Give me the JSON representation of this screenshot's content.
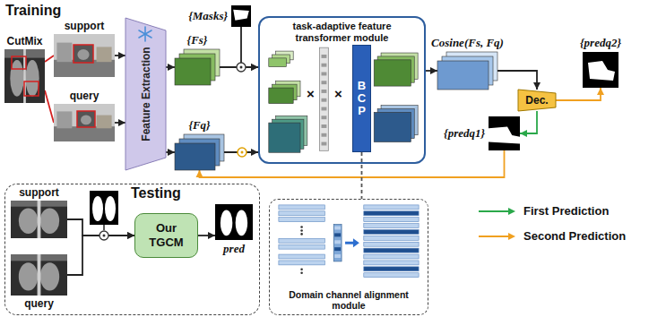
{
  "diagram": {
    "nodes": [
      {
        "text": [
          "CutMix"
        ]
      },
      {
        "text": [
          "support"
        ]
      },
      {
        "text": [
          "query"
        ]
      },
      {
        "text": [
          "Feature Extraction"
        ]
      },
      {
        "text": [
          "{Fs}"
        ]
      },
      {
        "text": [
          "{Fq}"
        ]
      },
      {
        "text": [
          "{Masks}"
        ]
      },
      {
        "text": [
          "task-adaptive feature transformer module"
        ]
      },
      {
        "text": [
          "BCP"
        ],
        "in": 7
      },
      {
        "text": [
          "Cosine(Fs, Fq)"
        ]
      },
      {
        "text": [
          "Dec."
        ]
      },
      {
        "text": [
          "{predq1}"
        ]
      },
      {
        "text": [
          "{predq2}"
        ]
      },
      {
        "text": [
          "Testing"
        ]
      },
      {
        "text": [
          "support"
        ],
        "in": 13
      },
      {
        "text": [
          "query"
        ],
        "in": 13
      },
      {
        "text": [
          "Our TGCM"
        ],
        "in": 13
      },
      {
        "text": [
          "pred"
        ],
        "in": 13
      },
      {
        "text": [
          "Domain channel alignment module"
        ]
      }
    ],
    "edges": [
      {
        "from": 0,
        "to": 1,
        "arrow": "none"
      },
      {
        "from": 0,
        "to": 2,
        "arrow": "none"
      },
      {
        "from": 1,
        "to": 3,
        "arrow": "to"
      },
      {
        "from": 2,
        "to": 3,
        "arrow": "to"
      },
      {
        "from": 3,
        "to": 4,
        "arrow": "to"
      },
      {
        "from": 3,
        "to": 5,
        "arrow": "to"
      },
      {
        "from": 4,
        "to": 7,
        "arrow": "to"
      },
      {
        "from": 6,
        "to": 7,
        "arrow": "to"
      },
      {
        "from": 5,
        "to": 7,
        "arrow": "to"
      },
      {
        "from": 7,
        "to": 9,
        "arrow": "to"
      },
      {
        "from": 9,
        "to": 10,
        "arrow": "to"
      },
      {
        "from": 10,
        "to": 11,
        "arrow": "to"
      },
      {
        "from": 10,
        "to": 12,
        "arrow": "to"
      },
      {
        "from": 11,
        "to": 5,
        "arrow": "to"
      },
      {
        "from": 8,
        "to": 18,
        "arrow": "none"
      },
      {
        "from": 14,
        "to": 16,
        "arrow": "to"
      },
      {
        "from": 15,
        "to": 16,
        "arrow": "to"
      },
      {
        "from": 16,
        "to": 17,
        "arrow": "to"
      }
    ],
    "labels": [
      "Training",
      "×",
      "×"
    ],
    "legend": [
      {
        "text": "First Prediction"
      },
      {
        "text": "Second Prediction"
      }
    ]
  }
}
